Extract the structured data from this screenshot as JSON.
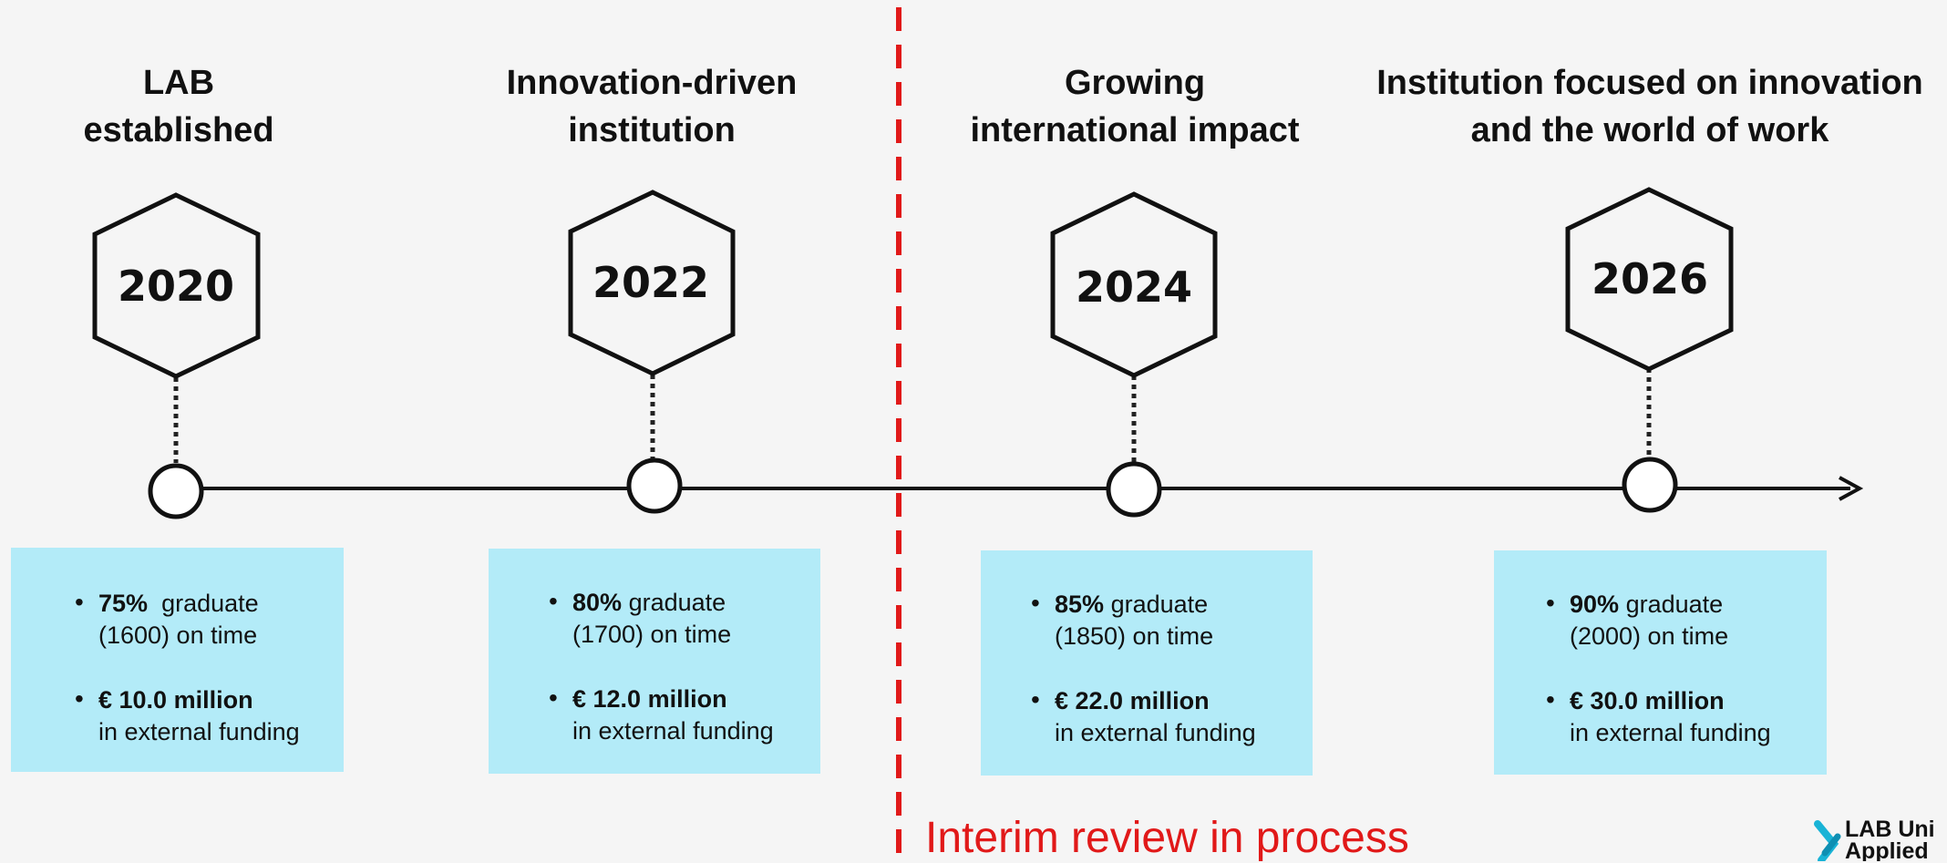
{
  "milestones": [
    {
      "title_line1": "LAB",
      "title_line2": "established",
      "year": "2020",
      "graduate_pct": "75%",
      "graduate_word": "graduate",
      "graduate_count": "(1600) on time",
      "funding_amount": "€ 10.0 million",
      "funding_text": "in external funding"
    },
    {
      "title_line1": "Innovation-driven",
      "title_line2": "institution",
      "year": "2022",
      "graduate_pct": "80%",
      "graduate_word": "graduate",
      "graduate_count": "(1700) on time",
      "funding_amount": "€ 12.0 million",
      "funding_text": "in external funding"
    },
    {
      "title_line1": "Growing",
      "title_line2": "international impact",
      "year": "2024",
      "graduate_pct": "85%",
      "graduate_word": "graduate",
      "graduate_count": "(1850) on time",
      "funding_amount": "€ 22.0 million",
      "funding_text": "in external funding"
    },
    {
      "title_line1": "Institution focused on innovation",
      "title_line2": "and the world of work",
      "year": "2026",
      "graduate_pct": "90%",
      "graduate_word": "graduate",
      "graduate_count": "(2000) on time",
      "funding_amount": "€ 30.0 million",
      "funding_text": "in external funding"
    }
  ],
  "interim_label": "Interim review in process",
  "logo": {
    "line1": "LAB Uni",
    "line2": "Applied"
  },
  "colors": {
    "background": "#f5f5f5",
    "info_box": "#b3ebf8",
    "divider": "#e11919",
    "timeline": "#111111"
  }
}
